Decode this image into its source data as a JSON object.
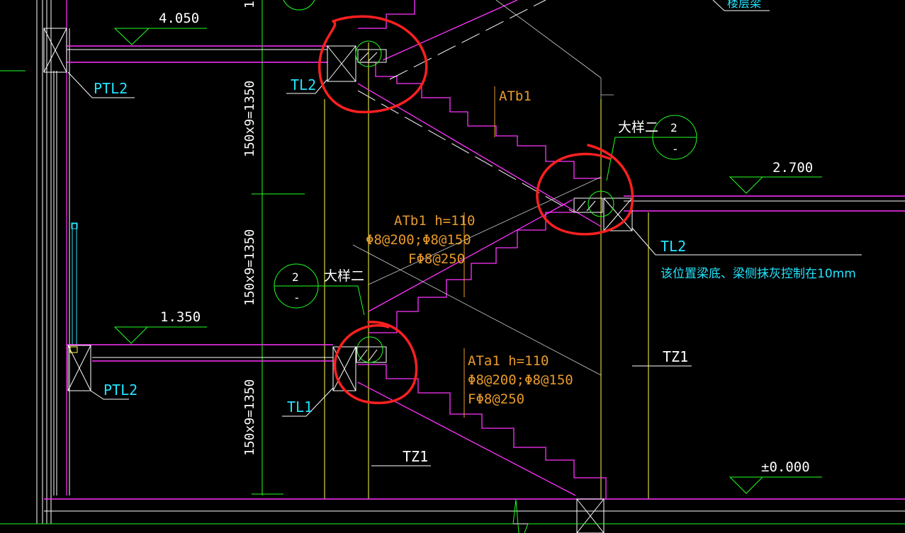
{
  "colors": {
    "background": "#000000",
    "slab": "#ff33ff",
    "outline": "#ffffff",
    "grid": "#ffff44",
    "level": "#22ff22",
    "label": "#22e5ff",
    "note": "#e89a2c",
    "markup": "#ff2020",
    "dim_text": "#ffffff",
    "guide": "#cfcfcf"
  },
  "drawing": {
    "elevations": [
      "4.050",
      "2.700",
      "1.350",
      "±0.000"
    ],
    "dimensions": [
      "150x9=1350",
      "150x9=1350",
      "150x9=1350"
    ],
    "beam_labels": {
      "ptl2_top": "PTL2",
      "ptl2_bottom": "PTL2",
      "tl2_left": "TL2",
      "tl2_right": "TL2",
      "tl1": "TL1",
      "tz1_right": "TZ1",
      "tz1_bottom": "TZ1",
      "top_right_cut": "楼层梁"
    },
    "note": "该位置梁底、梁侧抹灰控制在10mm",
    "detail_callouts": [
      {
        "label": "大样二",
        "number": "2",
        "sheet": "-"
      },
      {
        "label": "大样二",
        "number": "2",
        "sheet": "-"
      }
    ],
    "flights": [
      {
        "name": "ATb1"
      },
      {
        "name": "ATb1 h=110",
        "top_bars": "Φ8@200;Φ8@150",
        "distribution": "FΦ8@250"
      },
      {
        "name": "ATa1 h=110",
        "top_bars": "Φ8@200;Φ8@150",
        "distribution": "FΦ8@250"
      }
    ]
  }
}
